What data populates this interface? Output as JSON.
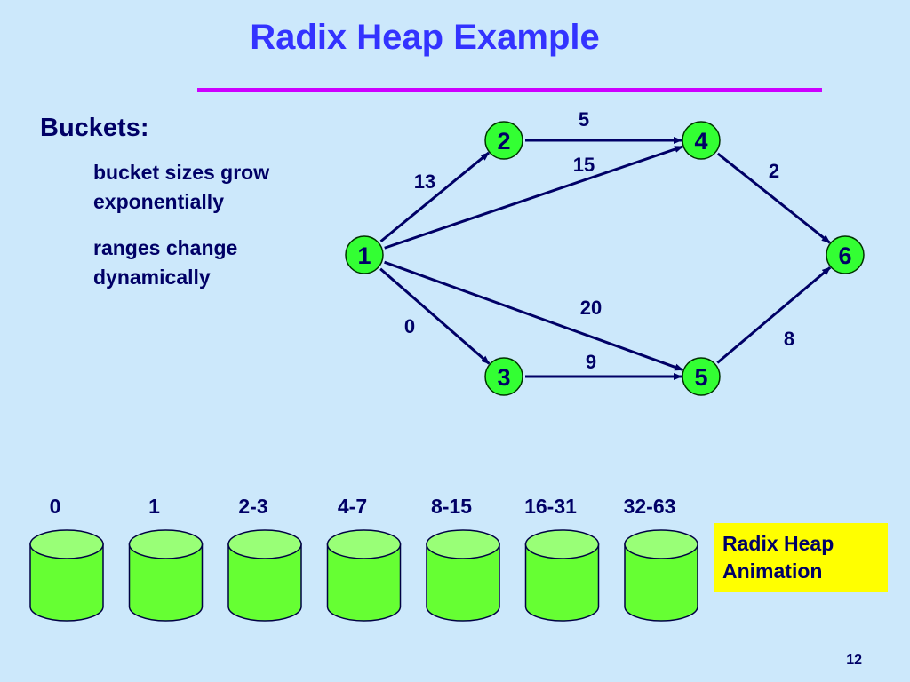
{
  "slide": {
    "title": "Radix Heap Example",
    "heading": "Buckets:",
    "bullets": [
      "bucket sizes grow exponentially",
      "ranges change dynamically"
    ],
    "animation_link": "Radix Heap Animation",
    "page_number": "12"
  },
  "colors": {
    "background": "#cce8fb",
    "title": "#3333ff",
    "rule": "#cc00ff",
    "text": "#000066",
    "node_fill": "#33ff33",
    "bucket_body": "#66ff33",
    "bucket_top": "#99ff77",
    "animation_box": "#ffff00"
  },
  "graph": {
    "nodes": [
      {
        "id": "1",
        "label": "1"
      },
      {
        "id": "2",
        "label": "2"
      },
      {
        "id": "3",
        "label": "3"
      },
      {
        "id": "4",
        "label": "4"
      },
      {
        "id": "5",
        "label": "5"
      },
      {
        "id": "6",
        "label": "6"
      }
    ],
    "edges": [
      {
        "from": "1",
        "to": "2",
        "weight": "13"
      },
      {
        "from": "1",
        "to": "4",
        "weight": "15"
      },
      {
        "from": "1",
        "to": "3",
        "weight": "0"
      },
      {
        "from": "1",
        "to": "5",
        "weight": "20"
      },
      {
        "from": "2",
        "to": "4",
        "weight": "5"
      },
      {
        "from": "4",
        "to": "6",
        "weight": "2"
      },
      {
        "from": "3",
        "to": "5",
        "weight": "9"
      },
      {
        "from": "5",
        "to": "6",
        "weight": "8"
      }
    ]
  },
  "buckets": [
    {
      "label": "0"
    },
    {
      "label": "1"
    },
    {
      "label": "2-3"
    },
    {
      "label": "4-7"
    },
    {
      "label": "8-15"
    },
    {
      "label": "16-31"
    },
    {
      "label": "32-63"
    }
  ]
}
